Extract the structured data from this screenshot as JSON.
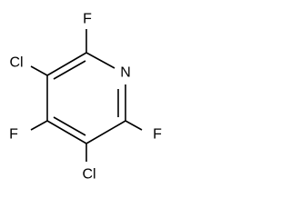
{
  "molecule": {
    "atoms": {
      "n1": "N",
      "f_c2": "F",
      "cl_c3": "Cl",
      "f_c4": "F",
      "cl_c5": "Cl",
      "f_c6": "F"
    }
  }
}
